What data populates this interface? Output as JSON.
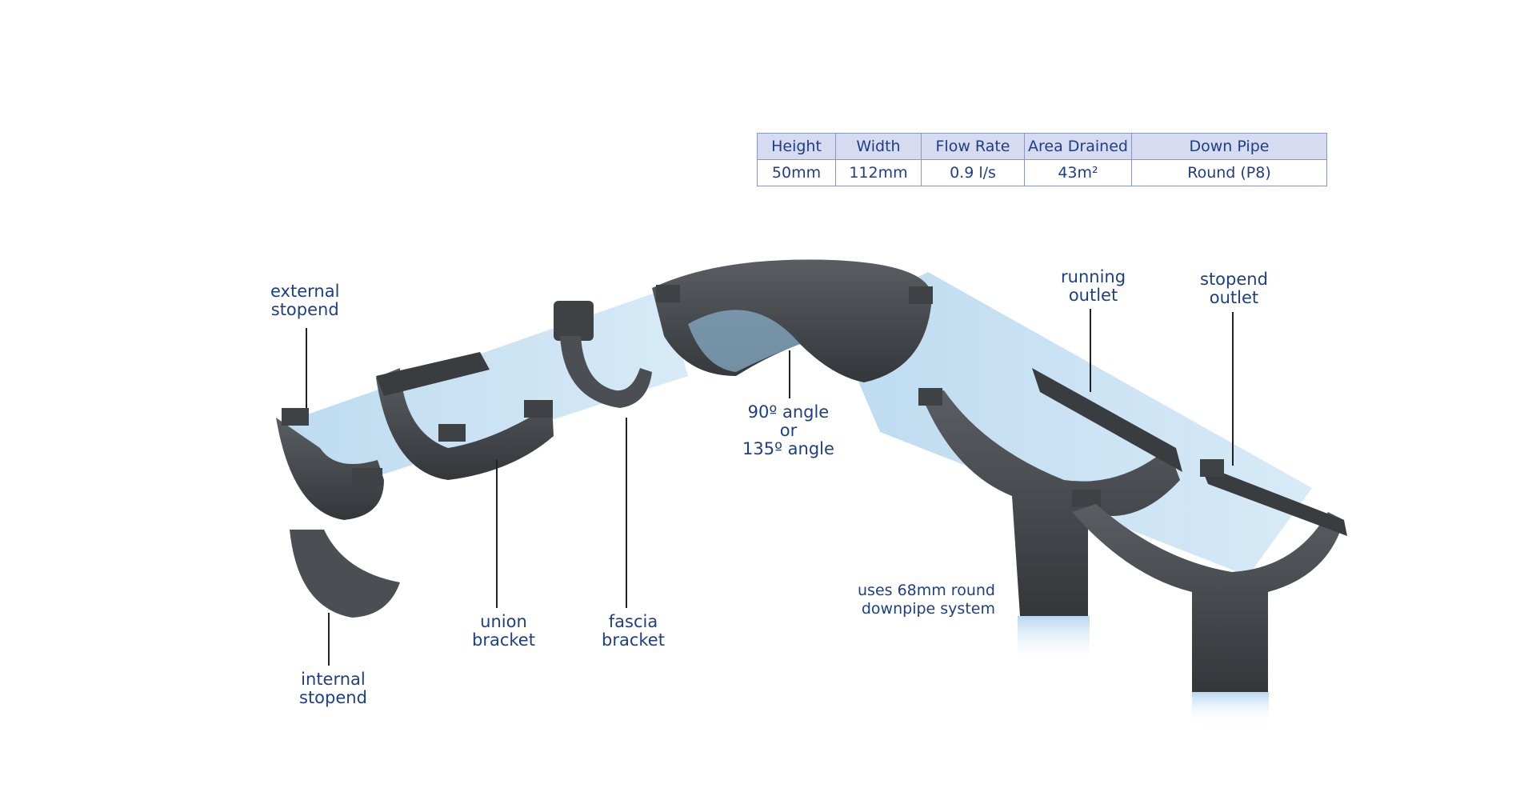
{
  "spec_table": {
    "headers": [
      "Height",
      "Width",
      "Flow Rate",
      "Area Drained",
      "Down Pipe"
    ],
    "values": [
      "50mm",
      "112mm",
      "0.9 l/s",
      "43m²",
      "Round (P8)"
    ]
  },
  "labels": {
    "external_stopend": [
      "external",
      "stopend"
    ],
    "internal_stopend": [
      "internal",
      "stopend"
    ],
    "union_bracket": [
      "union",
      "bracket"
    ],
    "fascia_bracket": [
      "fascia",
      "bracket"
    ],
    "angle": [
      "90º angle",
      "or",
      "135º angle"
    ],
    "running_outlet": [
      "running",
      "outlet"
    ],
    "stopend_outlet": [
      "stopend",
      "outlet"
    ],
    "downpipe_note": [
      "uses 68mm round",
      "downpipe system"
    ]
  },
  "colors": {
    "text": "#1d3f86",
    "part_dark": "#3f4245",
    "part_mid": "#575b5f",
    "water": "#9ec9e8",
    "table_header_bg": "#d6dbf0",
    "table_border": "#8a97c6",
    "leader_line": "#222222"
  }
}
